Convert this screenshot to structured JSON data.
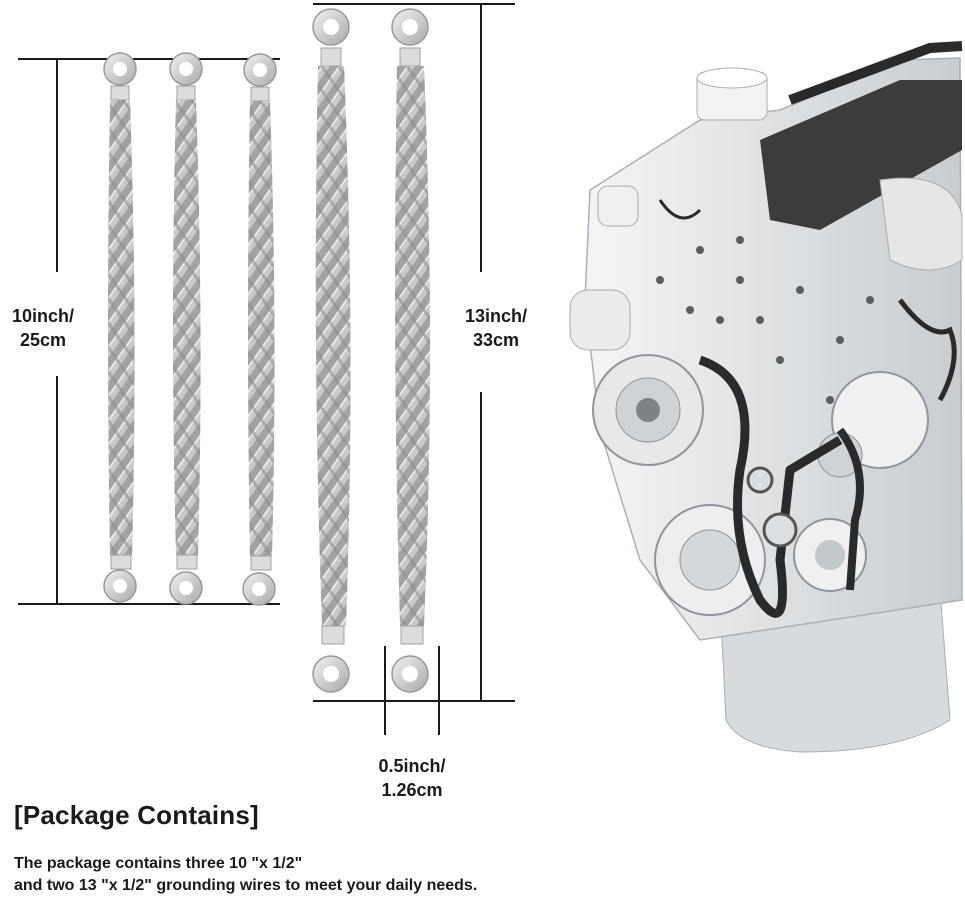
{
  "dimensions": {
    "short_length": [
      "10inch/",
      "25cm"
    ],
    "long_length": [
      "13inch/",
      "33cm"
    ],
    "width": [
      "0.5inch/",
      "1.26cm"
    ]
  },
  "package": {
    "title": "[Package Contains]",
    "line1": "The package contains three 10 \"x 1/2\"",
    "line2": "and two 13 \"x 1/2\" grounding wires to meet your daily needs."
  },
  "colors": {
    "braid": "#bdbdbd",
    "braid_dark": "#8a8a8a",
    "engine_body": "#e9ebec",
    "belt": "#2a2a2a",
    "dimension_line": "#1a1a1a"
  },
  "products": {
    "short_strap_count": 3,
    "long_strap_count": 2
  }
}
